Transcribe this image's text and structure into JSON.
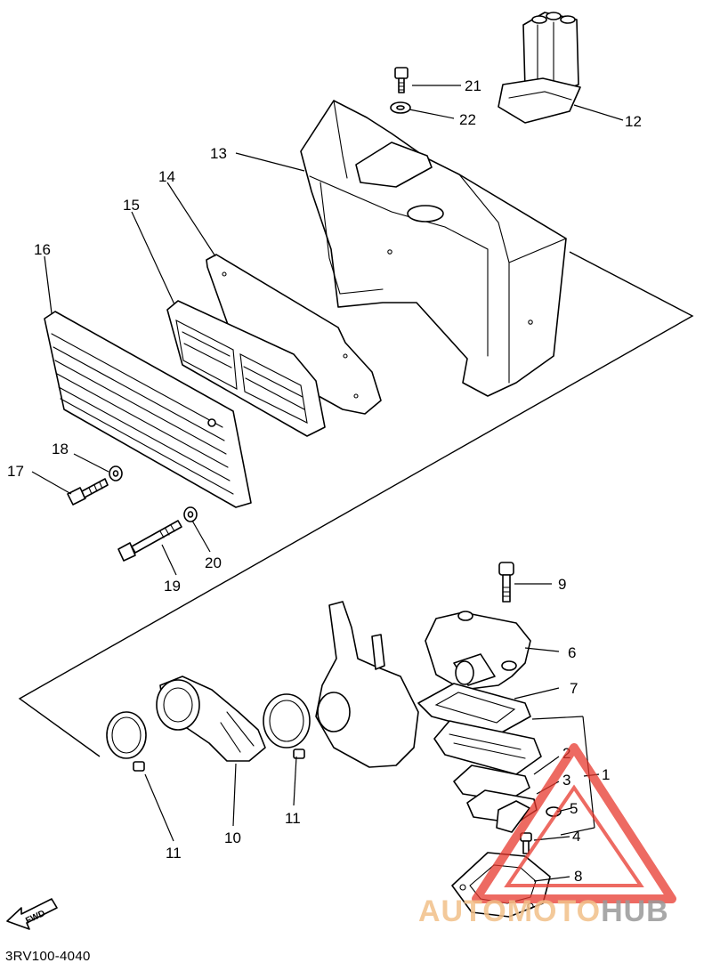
{
  "diagram_code": "3RV100-4040",
  "fwd_label": "FWD",
  "watermark": {
    "brand_left": "AUTOMOTO",
    "brand_right": "HUB",
    "accent_color": "#e8392e"
  },
  "callouts": {
    "n1": "1",
    "n2": "2",
    "n3": "3",
    "n4": "4",
    "n5": "5",
    "n6": "6",
    "n7": "7",
    "n8": "8",
    "n9": "9",
    "n10": "10",
    "n11a": "11",
    "n11b": "11",
    "n12": "12",
    "n13": "13",
    "n14": "14",
    "n15": "15",
    "n16": "16",
    "n17": "17",
    "n18": "18",
    "n19": "19",
    "n20": "20",
    "n21": "21",
    "n22": "22"
  }
}
